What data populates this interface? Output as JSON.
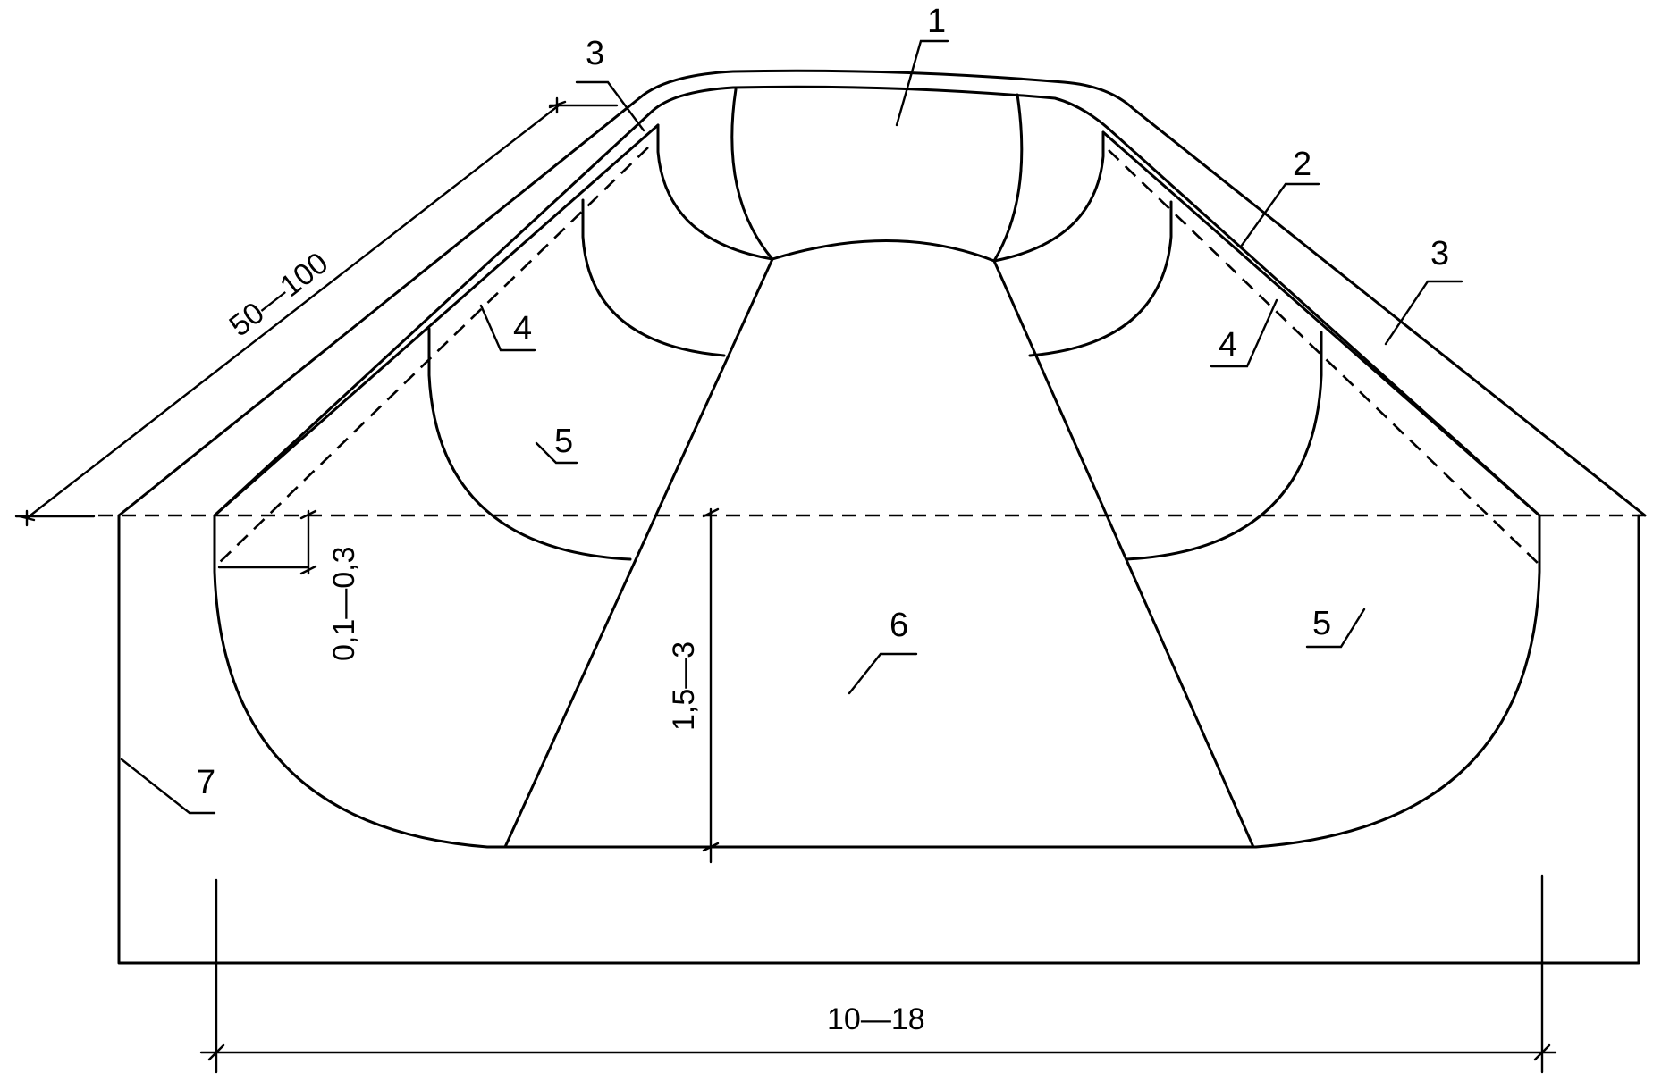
{
  "labels": {
    "l1": "1",
    "l2": "2",
    "l3_left": "3",
    "l3_right": "3",
    "l4_left": "4",
    "l4_right": "4",
    "l5_left": "5",
    "l5_right": "5",
    "l6": "6",
    "l7": "7"
  },
  "dimensions": {
    "slope": "50—100",
    "width": "10—18",
    "depth": "1,5—3",
    "gap": "0,1—0,3"
  }
}
